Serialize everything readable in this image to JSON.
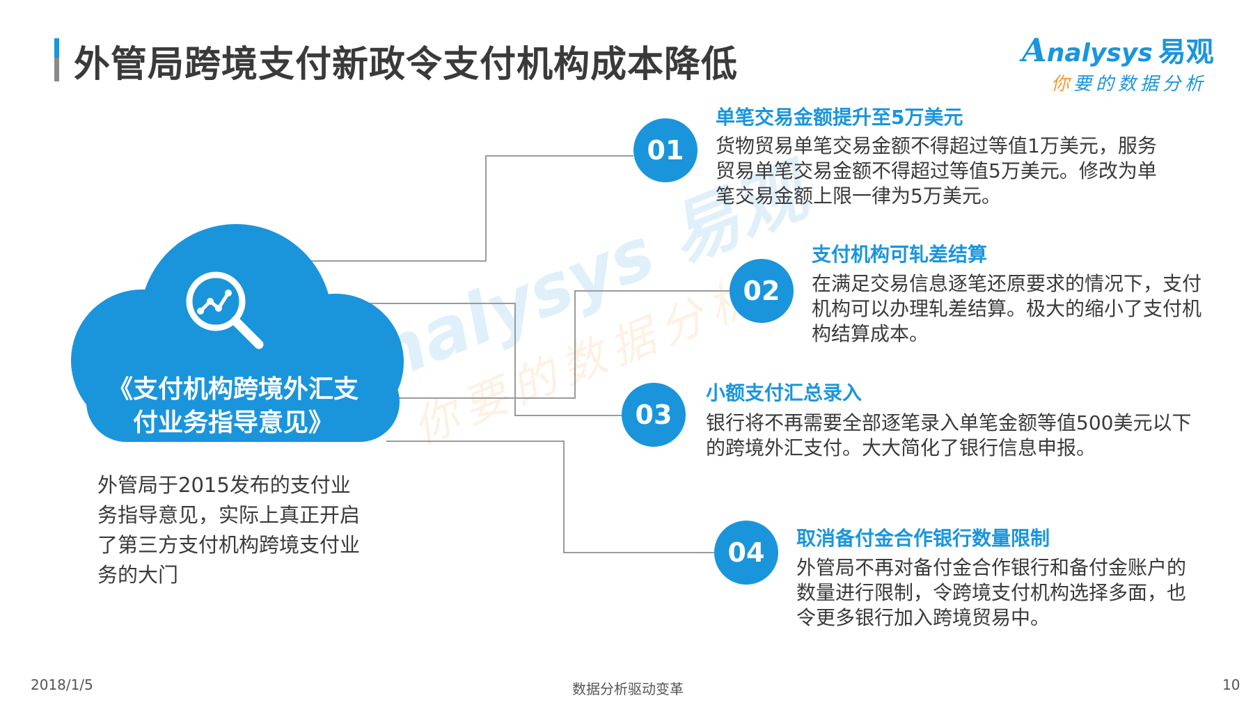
{
  "title": "外管局跨境支付新政令支付机构成本降低",
  "logo": {
    "brand_a": "A",
    "brand_rest": "nalysys",
    "brand_cn": "易观",
    "slogan_first": "你",
    "slogan_rest": "要的数据分析"
  },
  "center": {
    "document_title": "《支付机构跨境外汇支付业务指导意见》",
    "icon": "magnifier-chart-icon",
    "description": "外管局于2015发布的支付业务指导意见，实际上真正开启了第三方支付机构跨境支付业务的大门"
  },
  "items": [
    {
      "number": "01",
      "title": "单笔交易金额提升至5万美元",
      "body": "货物贸易单笔交易金额不得超过等值1万美元，服务贸易单笔交易金额不得超过等值5万美元。修改为单笔交易金额上限一律为5万美元。"
    },
    {
      "number": "02",
      "title": "支付机构可轧差结算",
      "body": "在满足交易信息逐笔还原要求的情况下，支付机构可以办理轧差结算。极大的缩小了支付机构结算成本。"
    },
    {
      "number": "03",
      "title": "小额支付汇总录入",
      "body": "银行将不再需要全部逐笔录入单笔金额等值500美元以下的跨境外汇支付。大大简化了银行信息申报。"
    },
    {
      "number": "04",
      "title": "取消备付金合作银行数量限制",
      "body": "外管局不再对备付金合作银行和备付金账户的数量进行限制，令跨境支付机构选择多面，也令更多银行加入跨境贸易中。"
    }
  ],
  "footer": {
    "date": "2018/1/5",
    "slogan": "数据分析驱动变革",
    "page": "10"
  },
  "colors": {
    "accent": "#1a95dc",
    "orange": "#f39a2e",
    "text": "#3a3a3a",
    "line": "#9a9a9a"
  }
}
